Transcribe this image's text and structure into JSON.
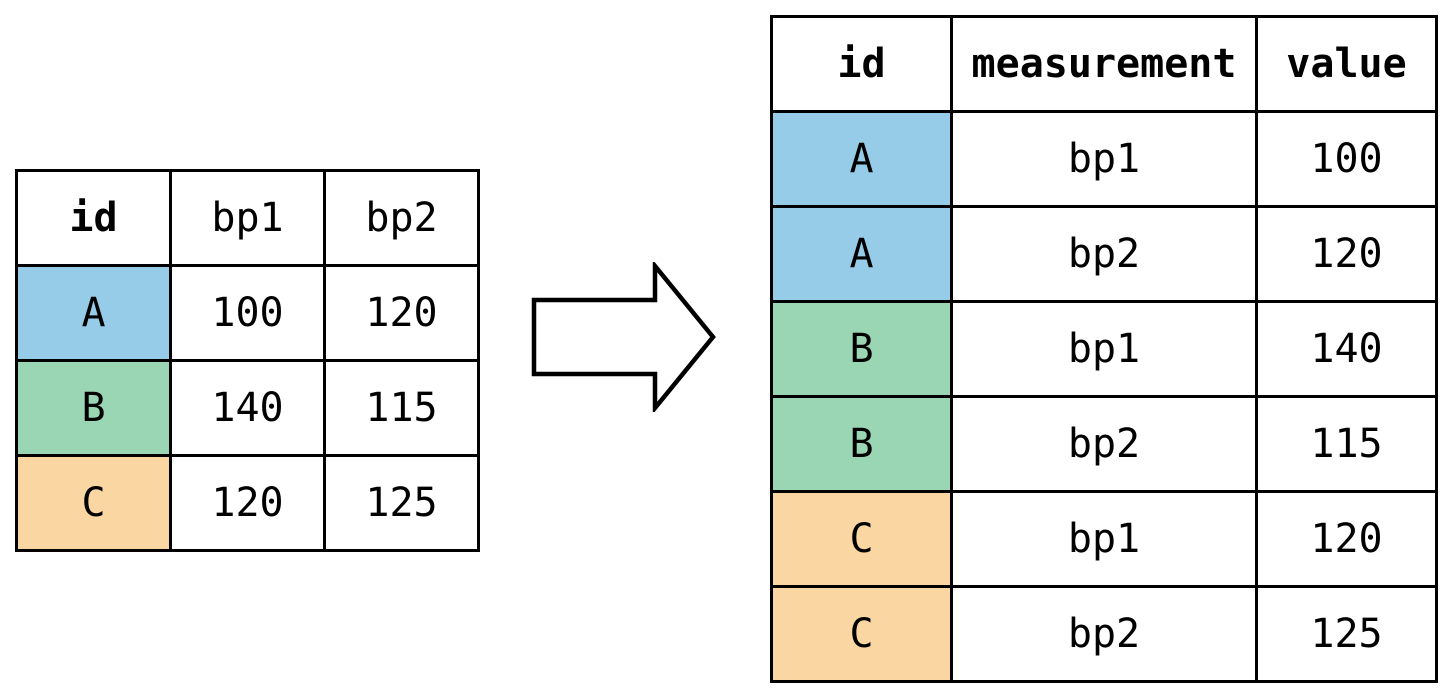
{
  "colors": {
    "id_a_fill": "#96CCE8",
    "id_b_fill": "#9BD6B4",
    "id_c_fill": "#FAD7A2",
    "border": "#000000",
    "background": "#FFFFFF",
    "text": "#000000"
  },
  "wide_table": {
    "headers": [
      "id",
      "bp1",
      "bp2"
    ],
    "rows": [
      {
        "id": "A",
        "bp1": "100",
        "bp2": "120"
      },
      {
        "id": "B",
        "bp1": "140",
        "bp2": "115"
      },
      {
        "id": "C",
        "bp1": "120",
        "bp2": "125"
      }
    ]
  },
  "long_table": {
    "headers": [
      "id",
      "measurement",
      "value"
    ],
    "rows": [
      {
        "id": "A",
        "measurement": "bp1",
        "value": "100"
      },
      {
        "id": "A",
        "measurement": "bp2",
        "value": "120"
      },
      {
        "id": "B",
        "measurement": "bp1",
        "value": "140"
      },
      {
        "id": "B",
        "measurement": "bp2",
        "value": "115"
      },
      {
        "id": "C",
        "measurement": "bp1",
        "value": "120"
      },
      {
        "id": "C",
        "measurement": "bp2",
        "value": "125"
      }
    ]
  },
  "arrow": {
    "direction": "right"
  }
}
